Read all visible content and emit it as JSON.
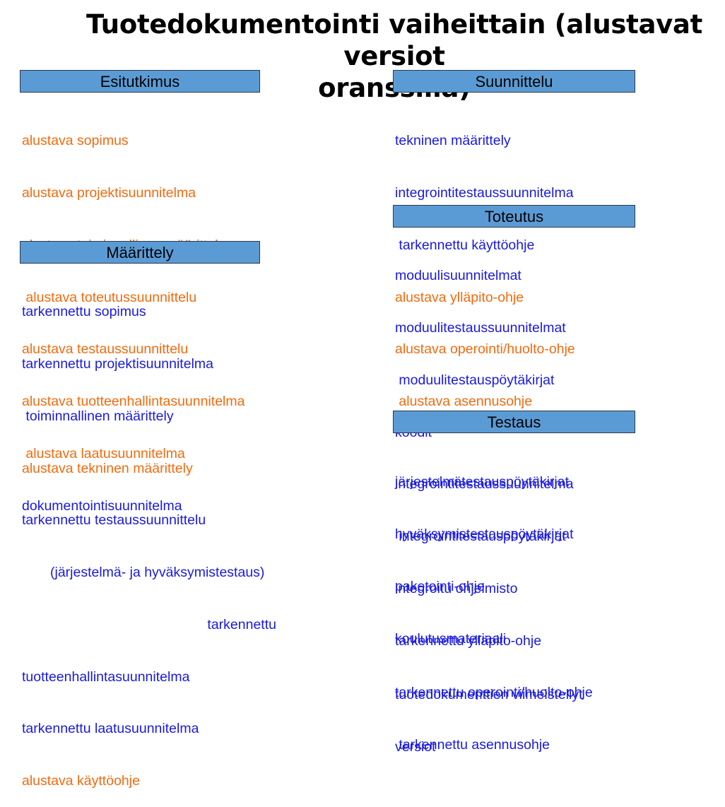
{
  "title_line1": "Tuotedokumentointi vaiheittain (alustavat versiot",
  "title_line2": "oranssilla)",
  "colors": {
    "preliminary": "#f26b0f",
    "refined": "#1a1ae0",
    "header_fill": "#5b9bd5"
  },
  "sections": {
    "esitutkimus": {
      "header": "Esitutkimus",
      "items": [
        {
          "text": "alustava sopimus",
          "status": "preliminary"
        },
        {
          "text": "alustava projektisuunnitelma",
          "status": "preliminary"
        },
        {
          "text": "alustava toiminnallinen määrittely",
          "status": "preliminary"
        },
        {
          "text": " alustava toteutussuunnittelu",
          "status": "preliminary"
        },
        {
          "text": "alustava testaussuunnittelu",
          "status": "preliminary"
        },
        {
          "text": "alustava tuotteenhallintasuunnitelma",
          "status": "preliminary"
        },
        {
          "text": " alustava laatusuunnitelma",
          "status": "preliminary"
        },
        {
          "text": "dokumentointisuunnitelma",
          "status": "refined"
        }
      ]
    },
    "maarittely": {
      "header": "Määrittely",
      "items": [
        {
          "text": "tarkennettu sopimus",
          "status": "refined"
        },
        {
          "text": "tarkennettu projektisuunnitelma",
          "status": "refined"
        },
        {
          "text": " toiminnallinen määrittely",
          "status": "refined"
        },
        {
          "text": "alustava tekninen määrittely",
          "status": "preliminary"
        },
        {
          "text": "tarkennettu testaussuunnittelu",
          "status": "refined"
        },
        {
          "text": "(järjestelmä- ja hyväksymistestaus)",
          "status": "refined"
        },
        {
          "text": "tarkennettu",
          "status": "refined"
        },
        {
          "text": "tuotteenhallintasuunnitelma",
          "status": "refined"
        },
        {
          "text": "tarkennettu laatusuunnitelma",
          "status": "refined"
        },
        {
          "text": "alustava käyttöohje",
          "status": "preliminary"
        }
      ]
    },
    "suunnittelu": {
      "header": "Suunnittelu",
      "items": [
        {
          "text": "tekninen määrittely",
          "status": "refined"
        },
        {
          "text": "integrointitestaussuunnitelma",
          "status": "refined"
        },
        {
          "text": " tarkennettu käyttöohje",
          "status": "refined"
        },
        {
          "text": "alustava ylläpito-ohje",
          "status": "preliminary"
        },
        {
          "text": "alustava operointi/huolto-ohje",
          "status": "preliminary"
        },
        {
          "text": " alustava asennusohje",
          "status": "preliminary"
        }
      ]
    },
    "toteutus": {
      "header": "Toteutus",
      "items": [
        {
          "text": "moduulisuunnitelmat",
          "status": "refined"
        },
        {
          "text": "moduulitestaussuunnitelmat",
          "status": "refined"
        },
        {
          "text": " moduulitestauspöytäkirjat",
          "status": "refined"
        },
        {
          "text": "koodit",
          "status": "refined"
        },
        {
          "text": "integrointitestaussuunnitelma",
          "status": "refined"
        },
        {
          "text": " integrointitestauspöytäkirjat",
          "status": "refined"
        },
        {
          "text": "integroitu ohjelmisto",
          "status": "refined"
        },
        {
          "text": "tarkennettu ylläpito-ohje",
          "status": "refined"
        },
        {
          "text": "tarkennettu operointi/huolto-ohje",
          "status": "refined"
        },
        {
          "text": " tarkennettu asennusohje",
          "status": "refined"
        }
      ]
    },
    "testaus": {
      "header": "Testaus",
      "items": [
        {
          "text": "järjestelmätestauspöytäkirjat",
          "status": "refined"
        },
        {
          "text": "hyväksymistestauspöytäkirjat",
          "status": "refined"
        },
        {
          "text": "paketointi-ohje",
          "status": "refined"
        },
        {
          "text": "koulutusmateriaali",
          "status": "refined"
        },
        {
          "text": "tuotedokumenttien viimeistellyt",
          "status": "refined"
        },
        {
          "text": "versiot",
          "status": "refined"
        }
      ]
    }
  }
}
